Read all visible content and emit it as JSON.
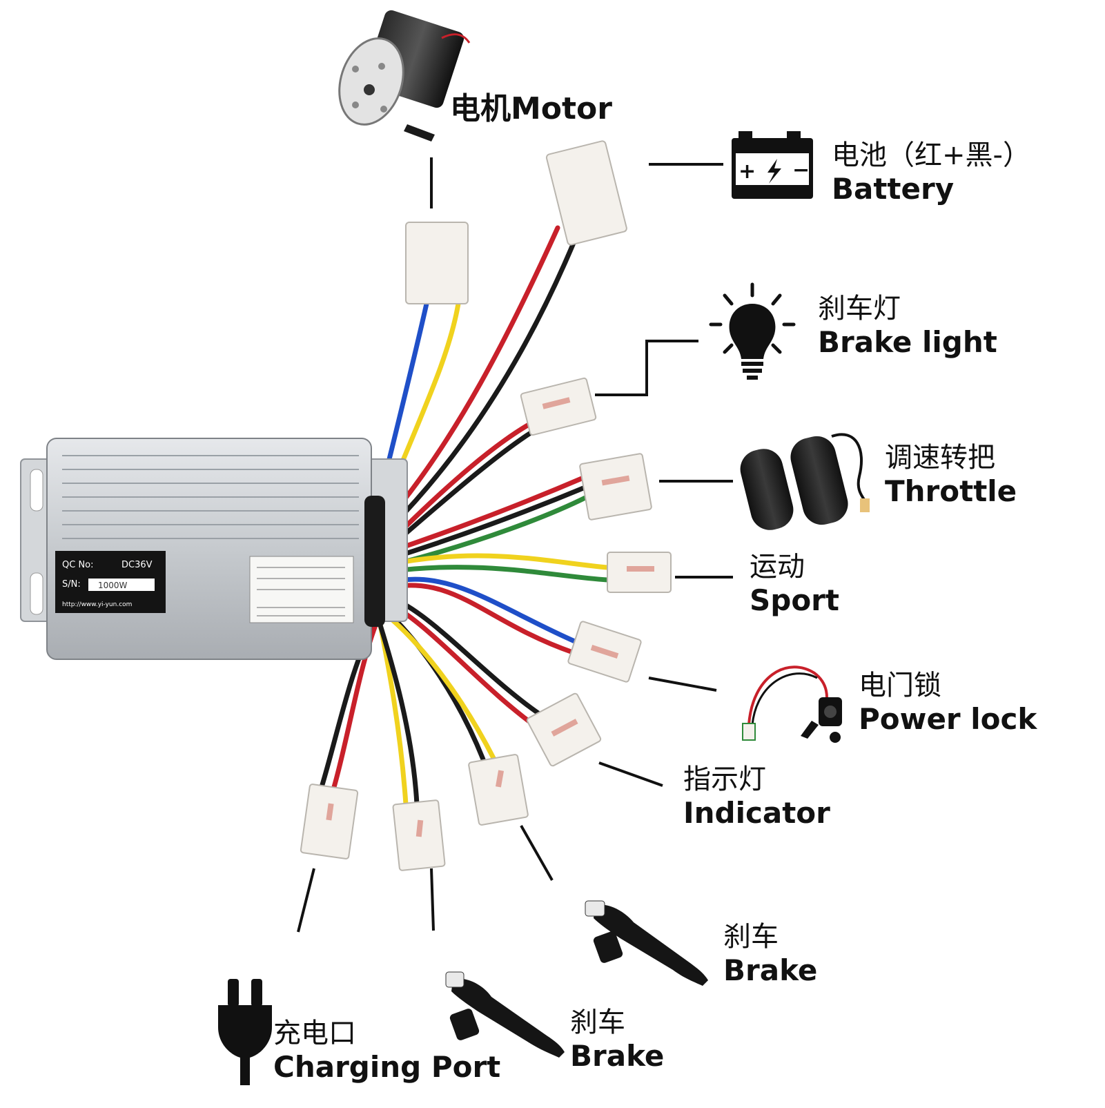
{
  "components": {
    "motor": {
      "label": "电机Motor"
    },
    "battery": {
      "zh": "电池（红+黑-）",
      "en": "Battery"
    },
    "brake_light": {
      "zh": "刹车灯",
      "en": "Brake light"
    },
    "throttle": {
      "zh": "调速转把",
      "en": "Throttle"
    },
    "sport": {
      "zh": "运动",
      "en": "Sport"
    },
    "power_lock": {
      "zh": "电门锁",
      "en": "Power lock"
    },
    "indicator": {
      "zh": "指示灯",
      "en": "Indicator"
    },
    "brake_1": {
      "zh": "刹车",
      "en": "Brake"
    },
    "brake_2": {
      "zh": "刹车",
      "en": "Brake"
    },
    "charging": {
      "zh": "充电口",
      "en": "Charging Port"
    }
  },
  "controller_label": {
    "qc": "QC No:",
    "qc_value": "DC36V",
    "sn": "S/N:",
    "sn_value": "1000W",
    "url": "http://www.yi-yun.com"
  },
  "colors": {
    "wire_red": "#c8202a",
    "wire_black": "#1a1a1a",
    "wire_blue": "#1f4fc8",
    "wire_yellow": "#f0d21e",
    "wire_green": "#2f8a3a",
    "connector": "#f4f1ec",
    "case": "#c9cdd2"
  }
}
